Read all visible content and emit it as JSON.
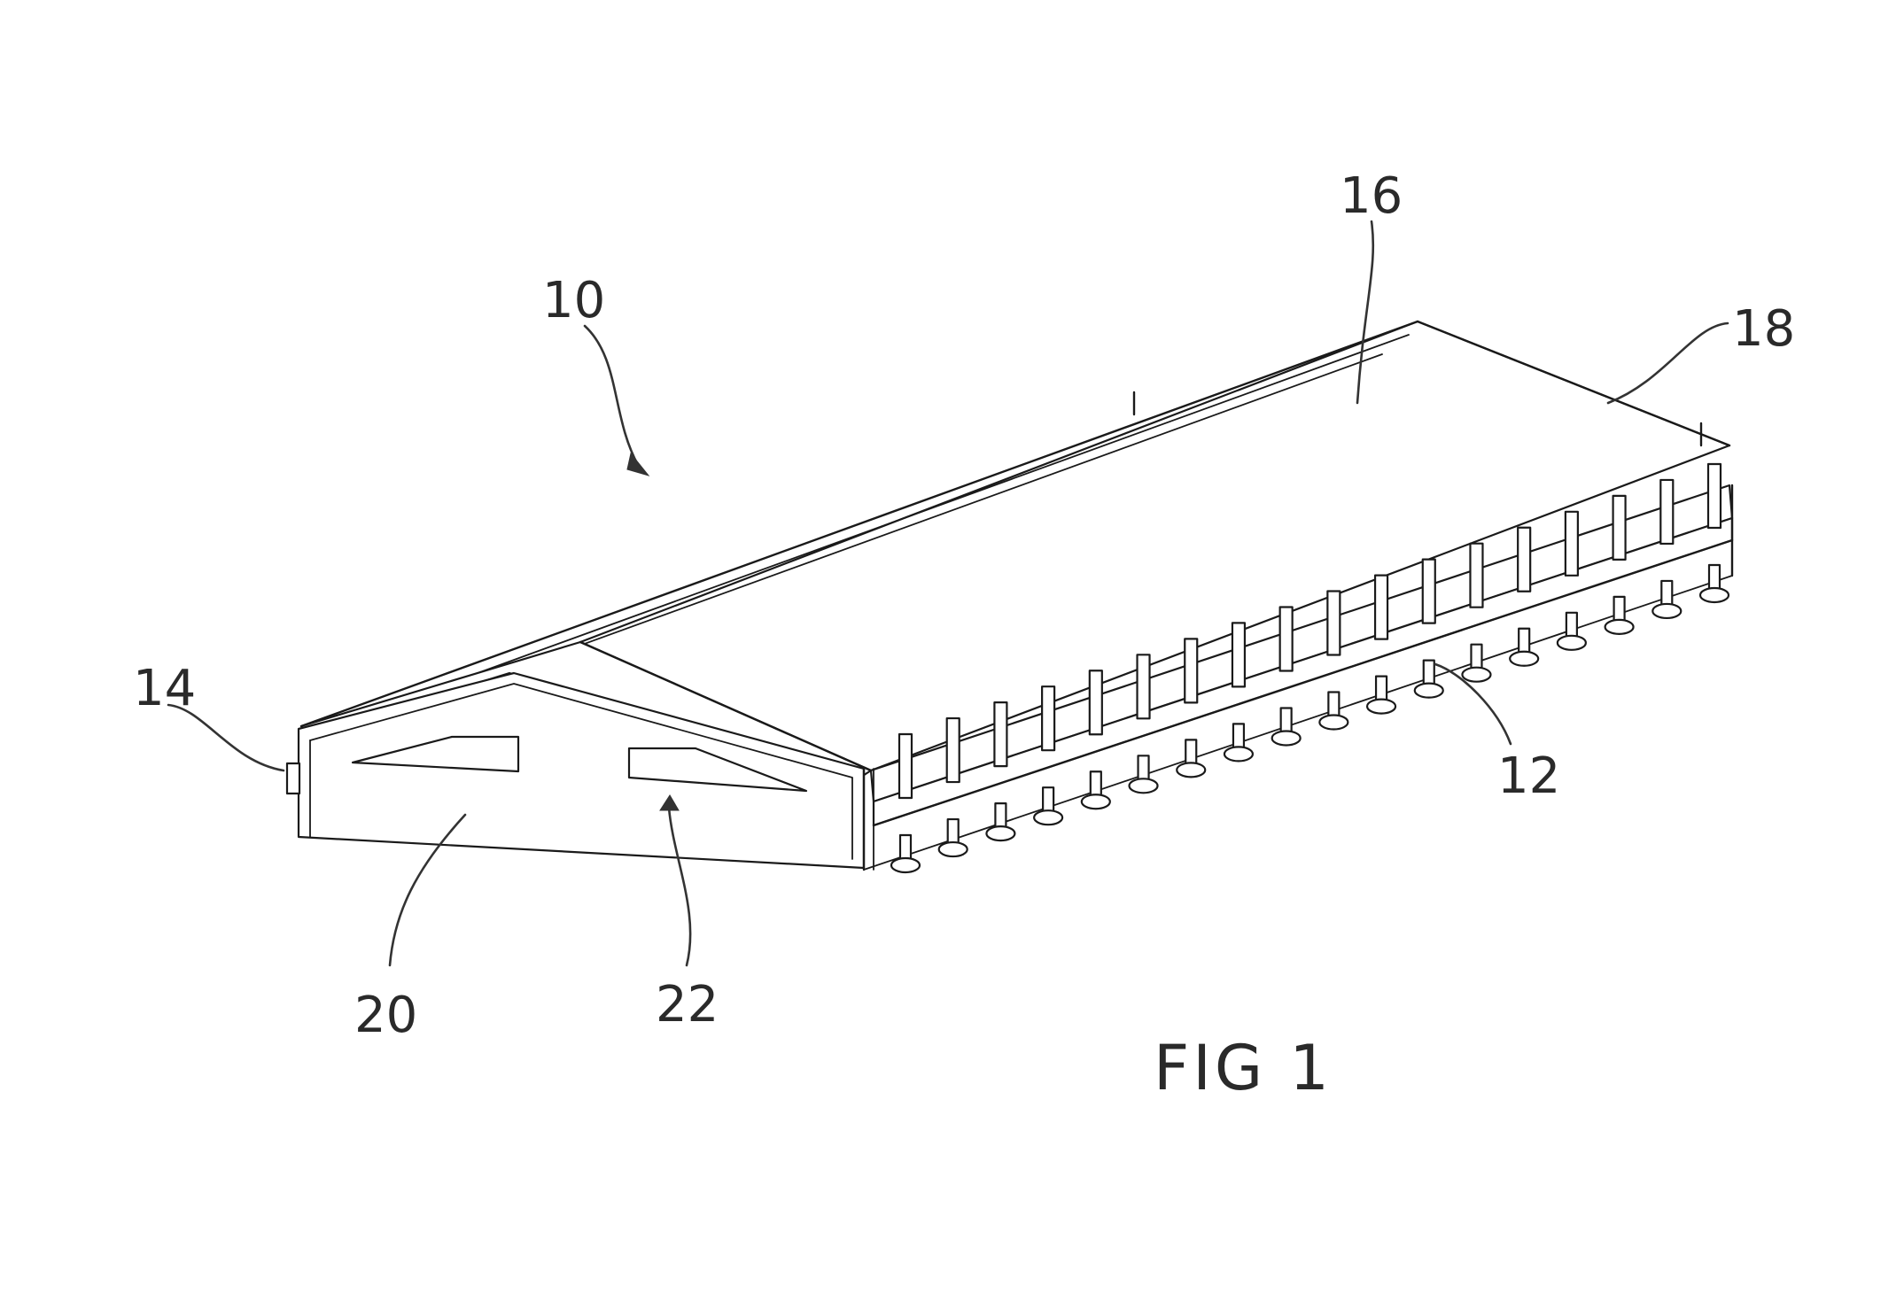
{
  "figure": {
    "caption": "FIG 1",
    "reference_numerals": {
      "assembly": "10",
      "feet": "12",
      "end_bracket": "14",
      "roof_panel": "16",
      "edge": "18",
      "end_cap": "20",
      "opening": "22"
    }
  }
}
